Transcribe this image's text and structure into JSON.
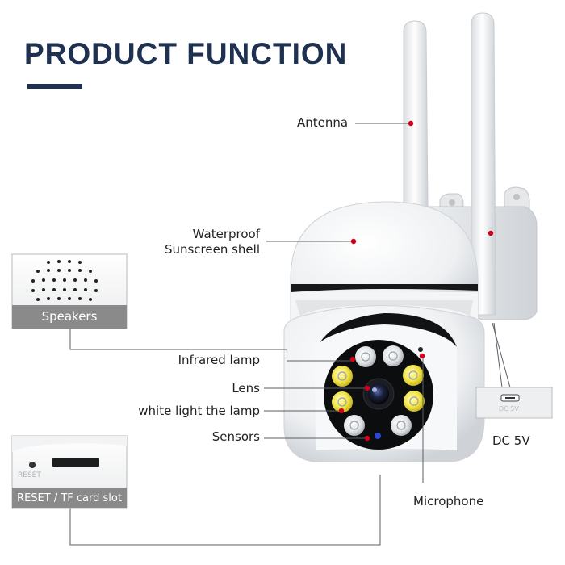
{
  "page": {
    "title": "PRODUCT FUNCTION"
  },
  "labels": {
    "antenna": "Antenna",
    "shell_line1": "Waterproof",
    "shell_line2": "Sunscreen shell",
    "infrared_lamp": "Infrared lamp",
    "lens": "Lens",
    "white_light": "white light the lamp",
    "sensors": "Sensors",
    "microphone": "Microphone",
    "dc_power": "DC 5V"
  },
  "insets": {
    "speakers_caption": "Speakers",
    "reset_caption": "RESET / TF card slot",
    "reset_embossed": "RESET",
    "dc_embossed": "DC 5V"
  },
  "colors": {
    "title": "#1f3150",
    "callout_dot": "#d0021b",
    "white_led": "#f3e64a",
    "caption_band": "#8a8a8a"
  },
  "icons": [
    "antenna",
    "camera-shell",
    "ir-led",
    "white-led",
    "lens",
    "sensor",
    "microphone-hole",
    "speaker-grille",
    "sd-slot",
    "usb-port"
  ]
}
